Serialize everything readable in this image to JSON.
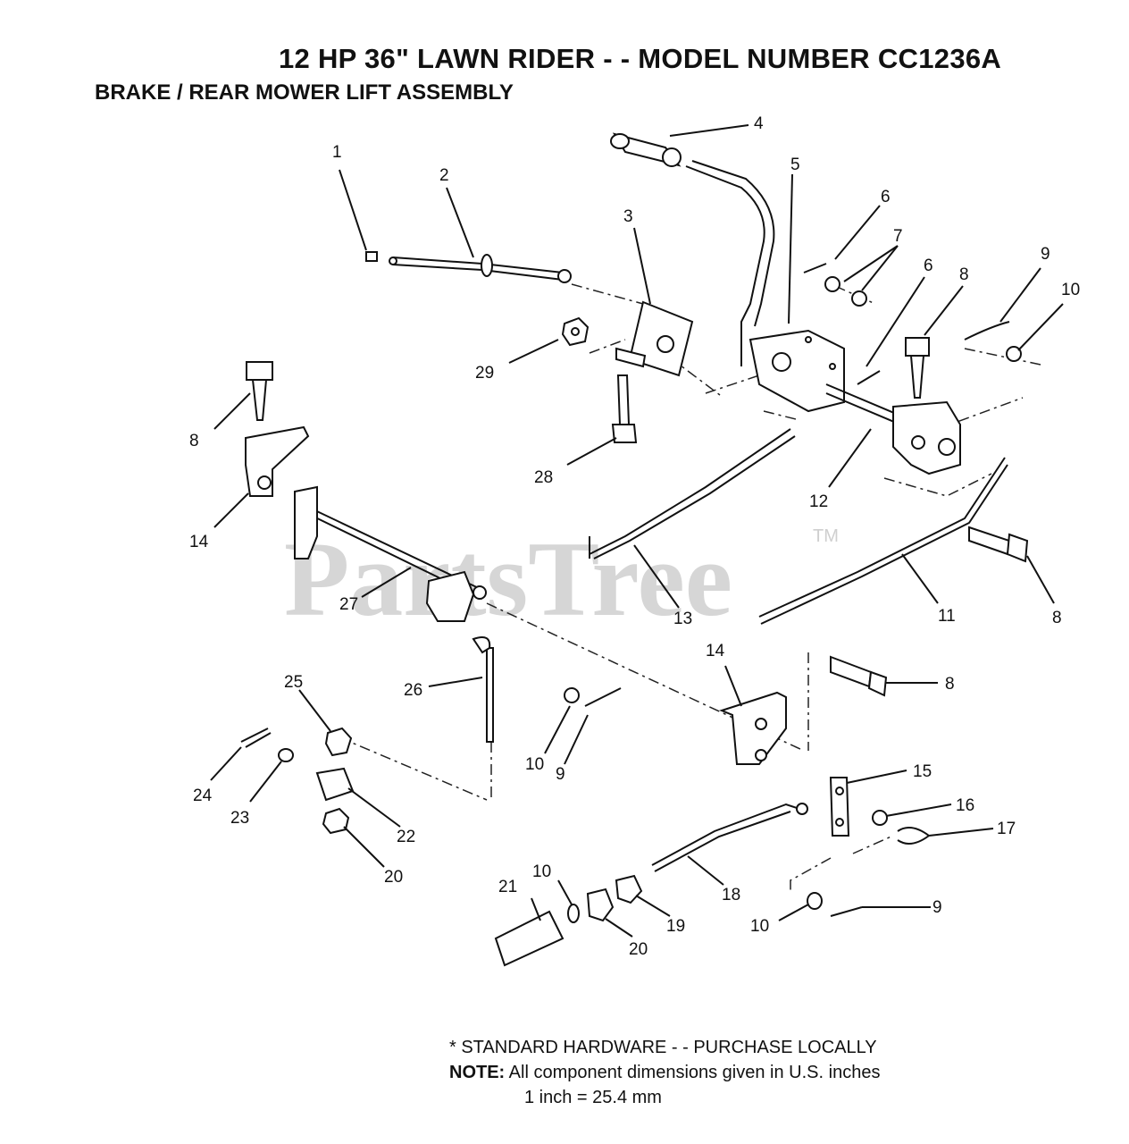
{
  "header": {
    "title": "12 HP 36\" LAWN RIDER - - MODEL NUMBER CC1236A",
    "subtitle": "BRAKE / REAR MOWER LIFT ASSEMBLY"
  },
  "watermark": {
    "text": "PartsTree",
    "tm": "TM"
  },
  "callouts": [
    {
      "id": "c1",
      "label": "1"
    },
    {
      "id": "c2",
      "label": "2"
    },
    {
      "id": "c3",
      "label": "3"
    },
    {
      "id": "c4",
      "label": "4"
    },
    {
      "id": "c5",
      "label": "5"
    },
    {
      "id": "c6a",
      "label": "6"
    },
    {
      "id": "c7",
      "label": "7"
    },
    {
      "id": "c6b",
      "label": "6"
    },
    {
      "id": "c8a",
      "label": "8"
    },
    {
      "id": "c9a",
      "label": "9"
    },
    {
      "id": "c10a",
      "label": "10"
    },
    {
      "id": "c29",
      "label": "29"
    },
    {
      "id": "c8b",
      "label": "8"
    },
    {
      "id": "c28",
      "label": "28"
    },
    {
      "id": "c12",
      "label": "12"
    },
    {
      "id": "c14a",
      "label": "14"
    },
    {
      "id": "c27",
      "label": "27"
    },
    {
      "id": "c13",
      "label": "13"
    },
    {
      "id": "c11",
      "label": "11"
    },
    {
      "id": "c8c",
      "label": "8"
    },
    {
      "id": "c14b",
      "label": "14"
    },
    {
      "id": "c8d",
      "label": "8"
    },
    {
      "id": "c25",
      "label": "25"
    },
    {
      "id": "c26",
      "label": "26"
    },
    {
      "id": "c10b",
      "label": "10"
    },
    {
      "id": "c9b",
      "label": "9"
    },
    {
      "id": "c24",
      "label": "24"
    },
    {
      "id": "c23",
      "label": "23"
    },
    {
      "id": "c22",
      "label": "22"
    },
    {
      "id": "c20a",
      "label": "20"
    },
    {
      "id": "c15",
      "label": "15"
    },
    {
      "id": "c16",
      "label": "16"
    },
    {
      "id": "c17",
      "label": "17"
    },
    {
      "id": "c10c",
      "label": "10"
    },
    {
      "id": "c21",
      "label": "21"
    },
    {
      "id": "c20b",
      "label": "20"
    },
    {
      "id": "c19",
      "label": "19"
    },
    {
      "id": "c18",
      "label": "18"
    },
    {
      "id": "c10d",
      "label": "10"
    },
    {
      "id": "c9c",
      "label": "9"
    }
  ],
  "notes": {
    "standard": "* STANDARD HARDWARE - - PURCHASE LOCALLY",
    "note_label": "NOTE:",
    "note_text": "All component dimensions given in U.S. inches",
    "conversion": "1 inch = 25.4 mm"
  }
}
